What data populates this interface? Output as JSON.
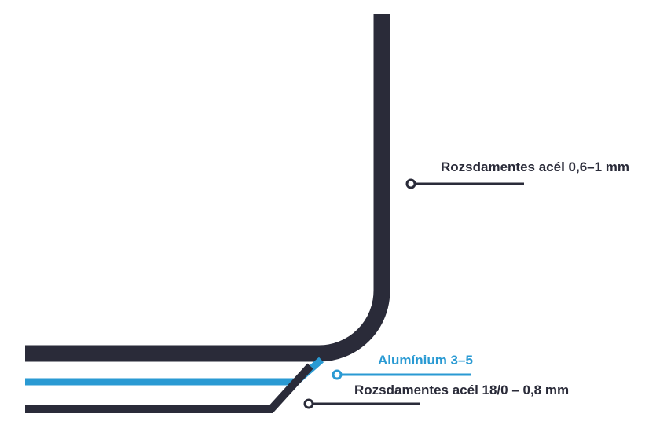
{
  "labels": {
    "steel_wall": "Rozsdamentes acél 0,6–1 mm",
    "aluminium": "Alumínium 3–5",
    "steel_base": "Rozsdamentes acél 18/0 – 0,8 mm"
  },
  "colors": {
    "dark": "#2a2b39",
    "blue": "#2a9ad3",
    "background": "#ffffff"
  }
}
